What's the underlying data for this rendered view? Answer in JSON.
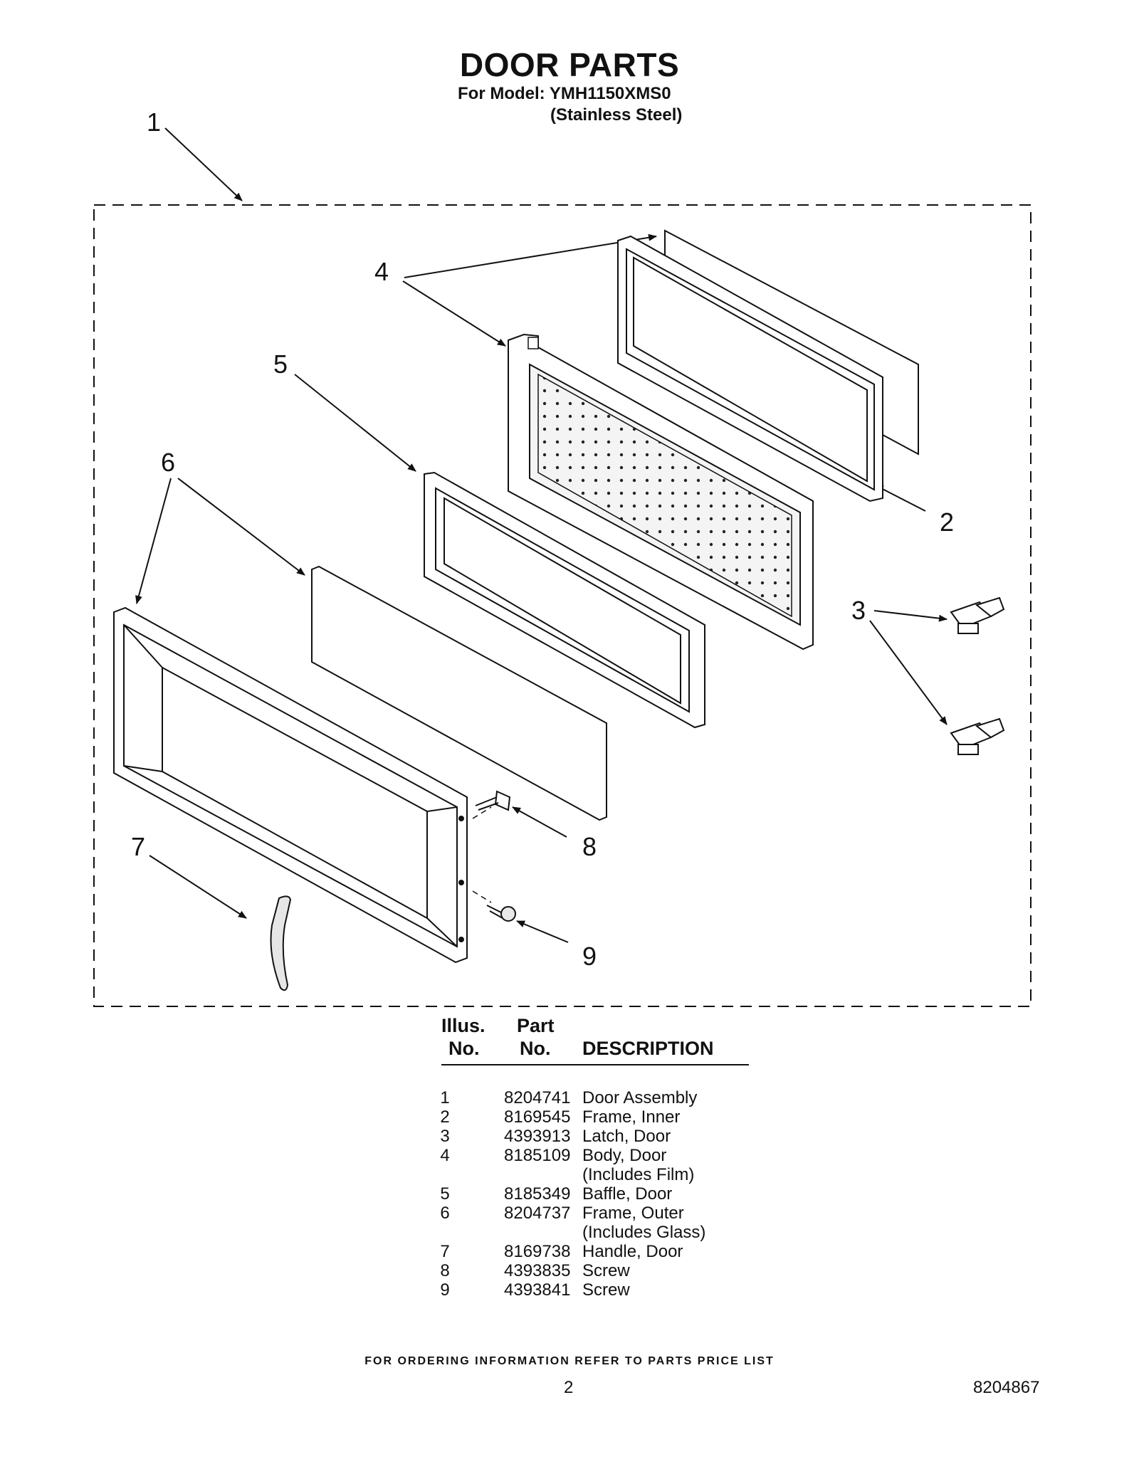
{
  "header": {
    "title": "DOOR PARTS",
    "model_line": "For Model: YMH1150XMS0",
    "variant": "(Stainless Steel)"
  },
  "diagram": {
    "callouts": [
      "1",
      "2",
      "3",
      "4",
      "5",
      "6",
      "7",
      "8",
      "9"
    ]
  },
  "parts_table": {
    "headers": {
      "illus_top": "Illus.",
      "illus_bottom": "No.",
      "part_top": "Part",
      "part_bottom": "No.",
      "description": "DESCRIPTION"
    },
    "rows": [
      {
        "illus": "1",
        "part": "8204741",
        "description": "Door Assembly"
      },
      {
        "illus": "2",
        "part": "8169545",
        "description": "Frame, Inner"
      },
      {
        "illus": "3",
        "part": "4393913",
        "description": "Latch, Door"
      },
      {
        "illus": "4",
        "part": "8185109",
        "description": "Body, Door"
      },
      {
        "illus": "",
        "part": "",
        "description": "(Includes Film)"
      },
      {
        "illus": "5",
        "part": "8185349",
        "description": "Baffle, Door"
      },
      {
        "illus": "6",
        "part": "8204737",
        "description": "Frame, Outer"
      },
      {
        "illus": "",
        "part": "",
        "description": "(Includes Glass)"
      },
      {
        "illus": "7",
        "part": "8169738",
        "description": "Handle, Door"
      },
      {
        "illus": "8",
        "part": "4393835",
        "description": "Screw"
      },
      {
        "illus": "9",
        "part": "4393841",
        "description": "Screw"
      }
    ]
  },
  "footer": {
    "note": "FOR ORDERING INFORMATION REFER TO PARTS PRICE LIST",
    "page_number": "2",
    "document_number": "8204867"
  }
}
